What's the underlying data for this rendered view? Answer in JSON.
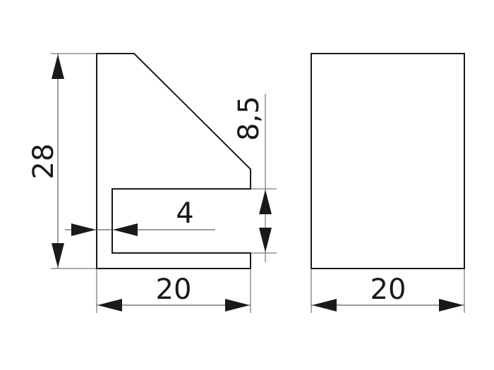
{
  "drawing": {
    "dimensions": {
      "height_left": "28",
      "slot_width": "4",
      "slot_depth": "8,5",
      "width_left": "20",
      "width_right": "20"
    }
  }
}
